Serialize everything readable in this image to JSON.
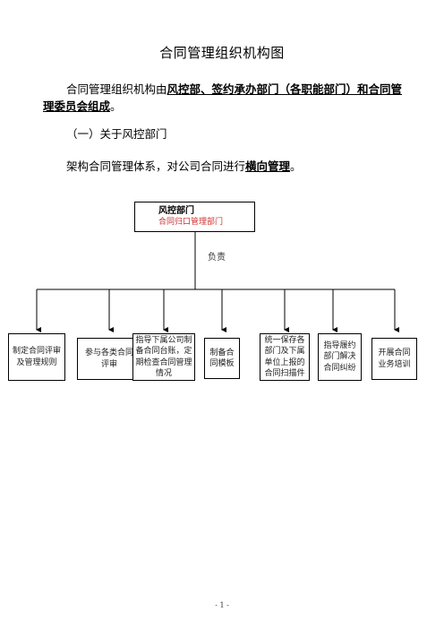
{
  "title": "合同管理组织机构图",
  "paragraph1": {
    "prefix": "合同管理组织机构由",
    "emphasis": "风控部、签约承办部门（各职能部门）和合同管理委员会组成",
    "suffix": "。"
  },
  "section_heading": "（一）关于风控部门",
  "paragraph2": {
    "prefix": "架构合同管理体系，对公司合同进行",
    "emphasis": "横向管理",
    "suffix": "。"
  },
  "org_chart": {
    "top_node": {
      "title": "风控部门",
      "subtitle": "合同归口管理部门"
    },
    "connector_label": "负责",
    "children": [
      {
        "text": "制定合同评审及管理规则"
      },
      {
        "text": "参与各类合同评审"
      },
      {
        "text": "指导下属公司制备合同台账，定期检查合同管理情况"
      },
      {
        "text": "制备合同模板"
      },
      {
        "text": "统一保存各部门及下属单位上报的合同扫描件"
      },
      {
        "text": "指导履约部门解决合同纠纷"
      },
      {
        "text": "开展合同业务培训"
      }
    ]
  },
  "page_number": "- 1 -"
}
